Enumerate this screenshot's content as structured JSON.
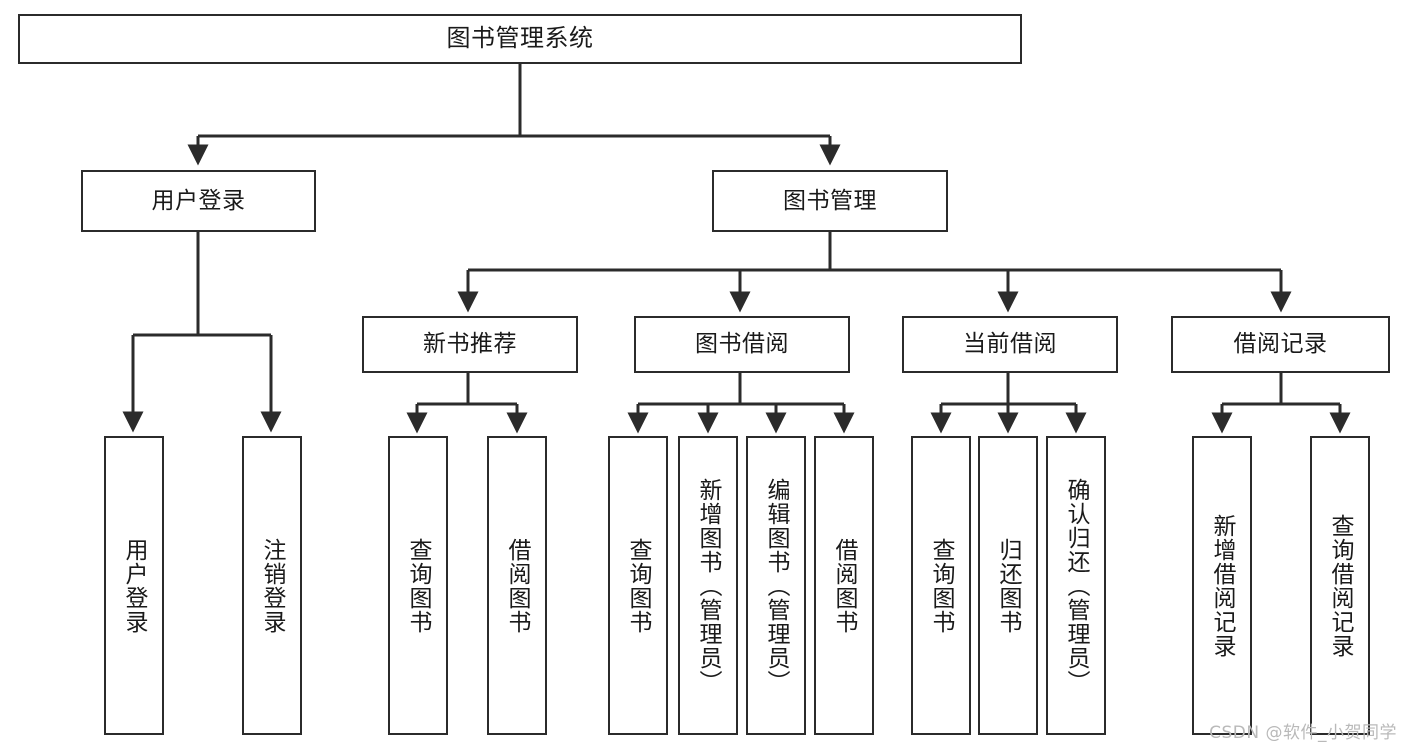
{
  "diagram": {
    "title": "图书管理系统",
    "watermark": "CSDN @软件_小贺同学",
    "line_color": "#2b2b2b",
    "background_color": "#ffffff",
    "text_color": "#1a1a1a",
    "nodes": {
      "root": "图书管理系统",
      "level2": {
        "user_login": "用户登录",
        "book_manage": "图书管理"
      },
      "level3": {
        "new_book_recommend": "新书推荐",
        "book_borrow": "图书借阅",
        "current_borrow": "当前借阅",
        "borrow_record": "借阅记录"
      },
      "leaves": {
        "user_login_1": "用户登录",
        "user_login_2": "注销登录",
        "new_book_1": "查询图书",
        "new_book_2": "借阅图书",
        "book_borrow_1": "查询图书",
        "book_borrow_2": "新增图书（管理员）",
        "book_borrow_3": "编辑图书（管理员）",
        "book_borrow_4": "借阅图书",
        "current_borrow_1": "查询图书",
        "current_borrow_2": "归还图书",
        "current_borrow_3": "确认归还（管理员）",
        "borrow_record_1": "新增借阅记录",
        "borrow_record_2": "查询借阅记录"
      }
    }
  }
}
